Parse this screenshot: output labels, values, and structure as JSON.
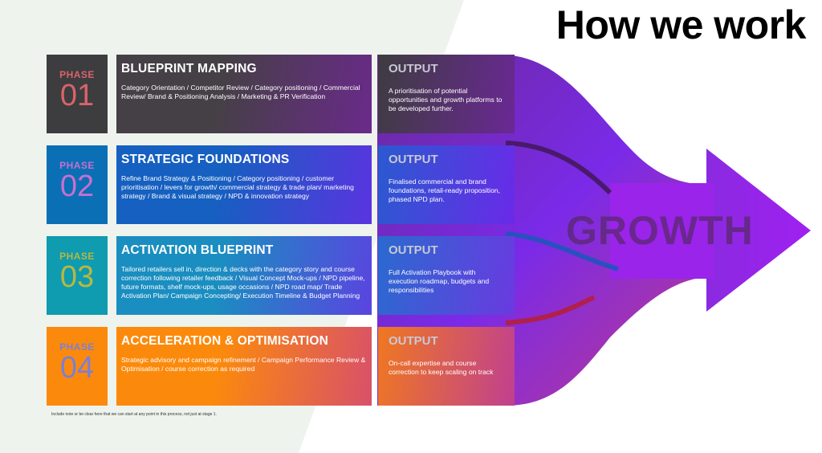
{
  "title": "How we work",
  "arrow_label": "GROWTH",
  "note": "Include note or be clear here that we can start at any point in this process, not just at stage 1.",
  "phases": [
    {
      "label": "PHASE",
      "number": "01",
      "title": "BLUEPRINT MAPPING",
      "description": "Category Orientation / Competitor Review / Category positioning / Commercial Review/ Brand & Positioning Analysis / Marketing & PR Verification",
      "output_title": "OUTPUT",
      "output": "A prioritisation of potential opportunities and growth platforms to be developed further.",
      "color": "#3d3d3f",
      "num_color": "#d9636b"
    },
    {
      "label": "PHASE",
      "number": "02",
      "title": "STRATEGIC FOUNDATIONS",
      "description": "Refine Brand Strategy & Positioning / Category positioning / customer prioritisation / levers for growth/ commercial strategy & trade plan/ marketing strategy / Brand & visual strategy / NPD & innovation strategy",
      "output_title": "OUTPUT",
      "output": "Finalised commercial and brand foundations, retail-ready proposition, phased NPD plan.",
      "color": "#0a6fb5",
      "num_color": "#c86fd0"
    },
    {
      "label": "PHASE",
      "number": "03",
      "title": "ACTIVATION BLUEPRINT",
      "description": "Tailored retailers sell in, direction & decks with the category story and course correction following retailer feedback / Visual Concept Mock-ups / NPD pipeline, future formats, shelf mock-ups, usage occasions / NPD road map/ Trade Activation Plan/ Campaign Concepting/ Execution Timeline & Budget Planning",
      "output_title": "OUTPUT",
      "output": "Full Activation Playbook with execution roadmap, budgets and responsibilities",
      "color": "#0f9bb0",
      "num_color": "#b8b840"
    },
    {
      "label": "PHASE",
      "number": "04",
      "title": "ACCELERATION & OPTIMISATION",
      "description": "Strategic advisory and campaign refinement  / Campaign Performance Review & Optimisation / course correction as required",
      "output_title": "OUTPUT",
      "output": "On-call expertise and course correction to keep scaling on track",
      "color": "#fb8a0c",
      "num_color": "#7c7fd4"
    }
  ]
}
